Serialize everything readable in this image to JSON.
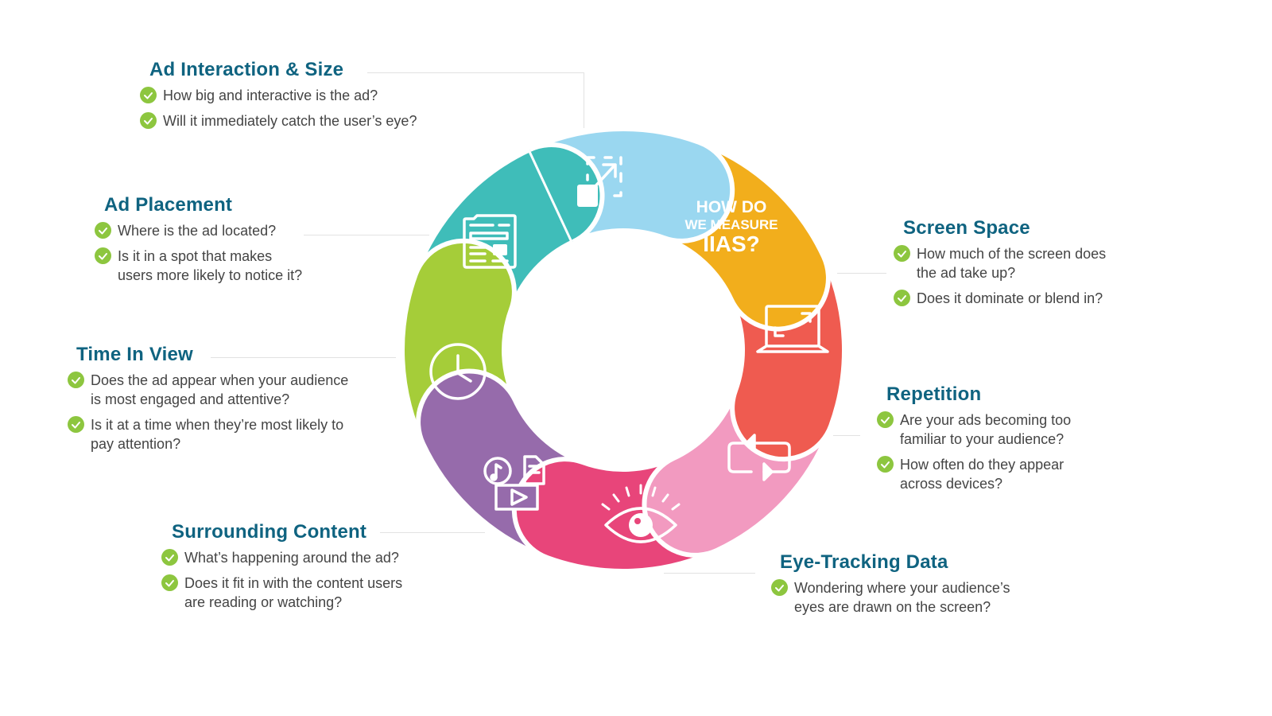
{
  "center": {
    "lines": [
      "HOW DO",
      "WE MEASURE",
      "IIAS?"
    ],
    "color": "#f2ae1c"
  },
  "colors": {
    "title": "#0f6380",
    "check": "#8dc63f",
    "text": "#444444"
  },
  "segments": [
    {
      "name": "ad-interaction-size",
      "color": "#9ad7f0",
      "icon": "resize-icon"
    },
    {
      "name": "center-question",
      "color": "#f2ae1c",
      "icon": "none"
    },
    {
      "name": "screen-space",
      "color": "#ef5b50",
      "icon": "laptop-icon"
    },
    {
      "name": "repetition",
      "color": "#f29ac0",
      "icon": "repeat-icon"
    },
    {
      "name": "eye-tracking",
      "color": "#e8457a",
      "icon": "eye-icon"
    },
    {
      "name": "surrounding-content",
      "color": "#966bab",
      "icon": "media-icon"
    },
    {
      "name": "time-in-view",
      "color": "#a5cd39",
      "icon": "clock-icon"
    },
    {
      "name": "ad-placement",
      "color": "#3fbdb9",
      "icon": "webpage-icon"
    }
  ],
  "sections": {
    "interaction": {
      "title": "Ad Interaction & Size",
      "items": [
        {
          "lines": [
            "How big and interactive is the ad?"
          ]
        },
        {
          "lines": [
            "Will it immediately catch the user’s eye?"
          ]
        }
      ]
    },
    "placement": {
      "title": "Ad Placement",
      "items": [
        {
          "lines": [
            "Where is the ad located?"
          ]
        },
        {
          "lines": [
            "Is it in a spot that makes",
            "users more likely to notice it?"
          ]
        }
      ]
    },
    "time": {
      "title": "Time In View",
      "items": [
        {
          "lines": [
            "Does the ad appear when your audience",
            "is most engaged and attentive?"
          ]
        },
        {
          "lines": [
            "Is it at a time when they’re most likely to",
            "pay attention?"
          ]
        }
      ]
    },
    "surrounding": {
      "title": "Surrounding Content",
      "items": [
        {
          "lines": [
            "What’s happening around the ad?"
          ]
        },
        {
          "lines": [
            "Does it fit in with the content users",
            "are reading or watching?"
          ]
        }
      ]
    },
    "eye": {
      "title": "Eye-Tracking Data",
      "items": [
        {
          "lines": [
            "Wondering where your audience’s",
            "eyes are drawn on the screen?"
          ]
        }
      ]
    },
    "repetition": {
      "title": "Repetition",
      "items": [
        {
          "lines": [
            "Are your ads becoming too",
            "familiar to your audience?"
          ]
        },
        {
          "lines": [
            "How often do they appear",
            "across devices?"
          ]
        }
      ]
    },
    "screen": {
      "title": "Screen Space",
      "items": [
        {
          "lines": [
            "How much of the screen does",
            "the ad take up?"
          ]
        },
        {
          "lines": [
            "Does it dominate or blend in?"
          ]
        }
      ]
    }
  }
}
